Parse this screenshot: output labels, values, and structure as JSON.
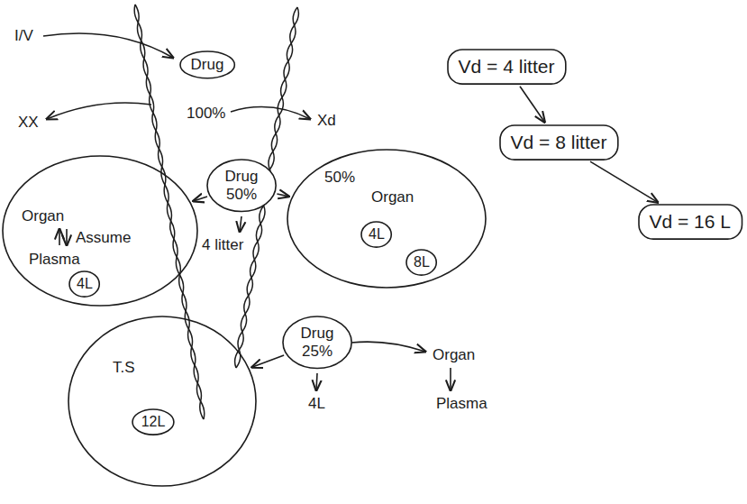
{
  "diagram": {
    "nodes": [
      {
        "text": [
          "Drug"
        ]
      },
      {
        "text": [
          "Organ",
          "Assume",
          "Plasma"
        ]
      },
      {
        "text": [
          "4L"
        ],
        "in": 1
      },
      {
        "text": [
          "Drug 50%"
        ]
      },
      {
        "text": [
          "50%",
          "Organ"
        ]
      },
      {
        "text": [
          "4L"
        ],
        "in": 4
      },
      {
        "text": [
          "8L"
        ],
        "in": 4
      },
      {
        "text": [
          "Drug 25%"
        ]
      },
      {
        "text": [
          "T.S"
        ]
      },
      {
        "text": [
          "12L"
        ],
        "in": 8
      },
      {
        "text": [
          "Vd = 4 litter"
        ]
      },
      {
        "text": [
          "Vd = 8 litter"
        ]
      },
      {
        "text": [
          "Vd = 16 L"
        ]
      }
    ],
    "edges": [
      {
        "from": 3,
        "to": 1,
        "arrow": "to"
      },
      {
        "from": 3,
        "to": 4,
        "arrow": "to"
      },
      {
        "from": 7,
        "to": 8,
        "arrow": "to"
      },
      {
        "from": 10,
        "to": 11,
        "arrow": "to"
      },
      {
        "from": 11,
        "to": 12,
        "arrow": "to"
      }
    ],
    "labels": [
      "I/V",
      "XX",
      "100%",
      "Xd",
      "4 litter",
      "4L",
      "Organ",
      "Plasma"
    ]
  }
}
